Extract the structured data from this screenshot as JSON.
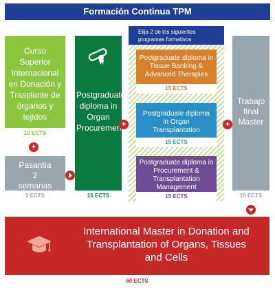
{
  "header": {
    "title": "Formación Continua TPM"
  },
  "curso": {
    "title": "Curso Superior Internacional en Donación y Trasplante de órganos y tejidos",
    "ects": "10 ECTS"
  },
  "pasantia": {
    "title": "Pasantía 2 semanas",
    "ects": "5 ECTS"
  },
  "procurement": {
    "title": "Postgraduate diploma in Organ Procurement",
    "ects": "15 ECTS"
  },
  "choose": {
    "text": "Elija 2 de los siguientes programas formativos"
  },
  "tissue": {
    "title": "Postgraduate diploma in Tissue Banking & Advanced Therapies",
    "ects": "15 ECTS"
  },
  "transplant": {
    "title": "Postgraduate diploma in Organ Transplantation",
    "ects": "15 ECTS"
  },
  "management": {
    "title": "Postgraduate diploma in Procurement & Transplantation Management",
    "ects": "15 ECTS"
  },
  "trabajo": {
    "title": "Trabajo final Master",
    "ects": "15 ECTS"
  },
  "master": {
    "title": "International Master in Donation and Transplantation of Organs, Tissues and Cells",
    "ects": "60 ECTS"
  },
  "colors": {
    "navy": "#1f3f97",
    "green": "#8cc63f",
    "dark_green": "#0b7a3e",
    "orange": "#d9802c",
    "blue": "#2a8ec7",
    "purple": "#6e4b95",
    "gray": "#98a6ad",
    "red": "#c62828"
  }
}
